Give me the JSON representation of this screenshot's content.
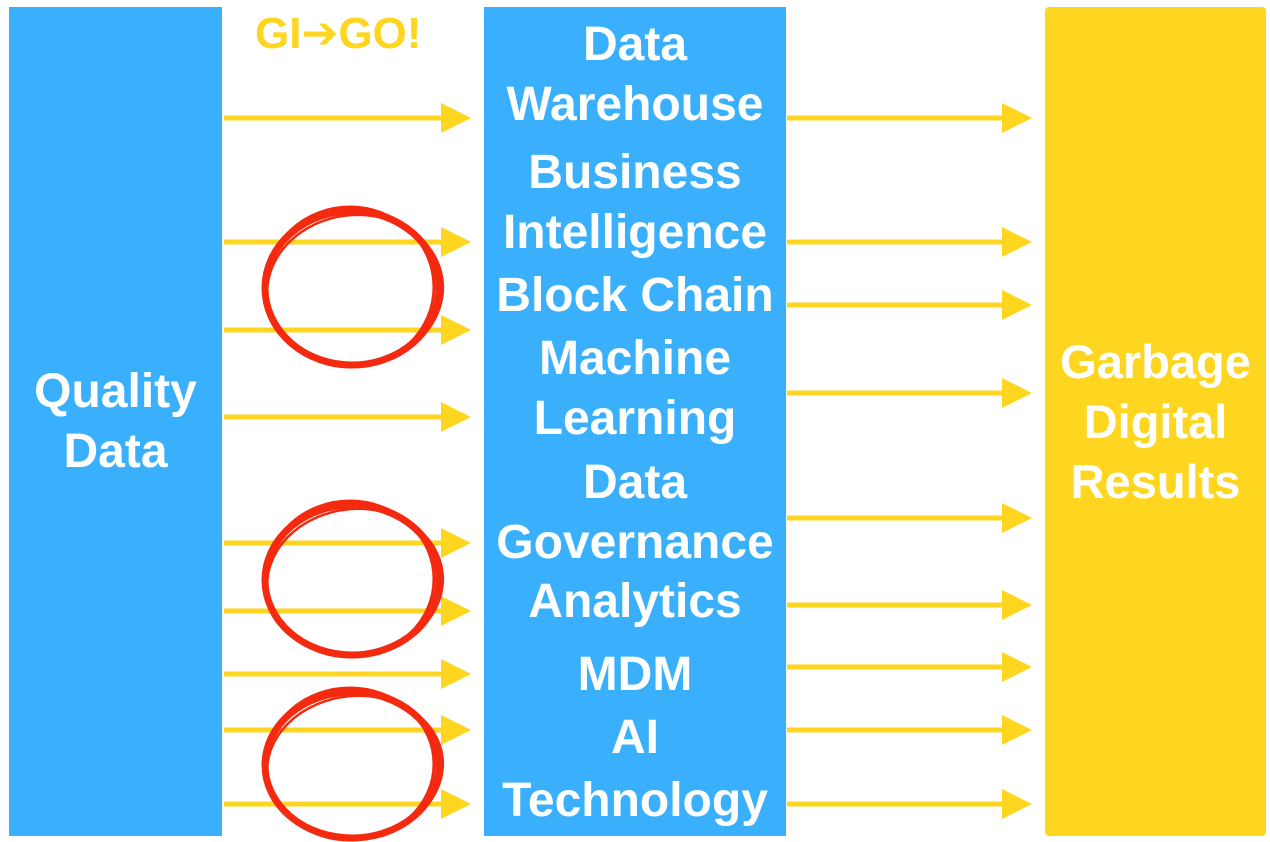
{
  "colors": {
    "blue": "#3AAFFB",
    "yellow": "#FED620",
    "red": "#F42A10",
    "white": "#FFFFFF"
  },
  "slogan": "GI➔GO!",
  "left_box": {
    "label": "Quality\nData"
  },
  "right_box": {
    "label": "Garbage\nDigital\nResults"
  },
  "technologies": [
    "Data\nWarehouse",
    "Business\nIntelligence",
    "Block Chain",
    "Machine\nLearning",
    "Data\nGovernance",
    "Analytics",
    "MDM",
    "AI",
    "Technology"
  ],
  "circled_marks_count": 3
}
